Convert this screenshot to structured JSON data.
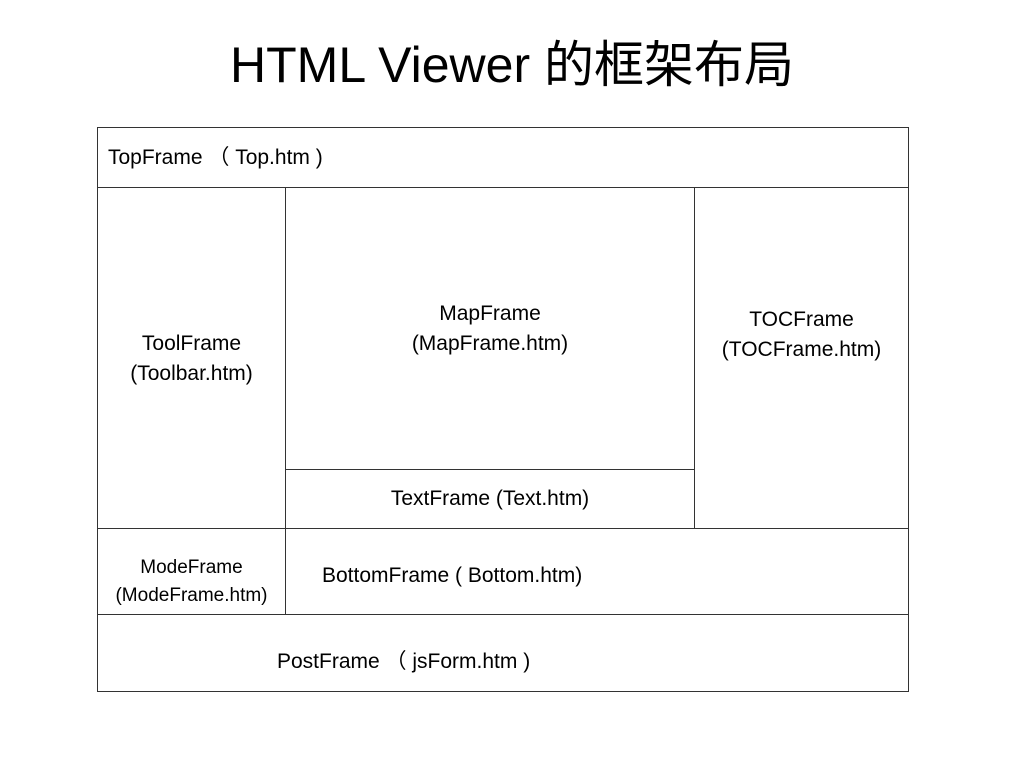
{
  "title": "HTML Viewer 的框架布局",
  "frames": {
    "top": {
      "label": "TopFrame （ Top.htm )"
    },
    "tool": {
      "line1": "ToolFrame",
      "line2": "(Toolbar.htm)"
    },
    "map": {
      "line1": "MapFrame",
      "line2": "(MapFrame.htm)"
    },
    "toc": {
      "line1": "TOCFrame",
      "line2": "(TOCFrame.htm)"
    },
    "text": {
      "label": "TextFrame  (Text.htm)"
    },
    "mode": {
      "line1": "ModeFrame",
      "line2": "(ModeFrame.htm)"
    },
    "bottom": {
      "label": "BottomFrame ( Bottom.htm)"
    },
    "post": {
      "label": "PostFrame （ jsForm.htm )"
    }
  },
  "colors": {
    "border": "#333333",
    "text": "#000000",
    "background": "#ffffff"
  }
}
